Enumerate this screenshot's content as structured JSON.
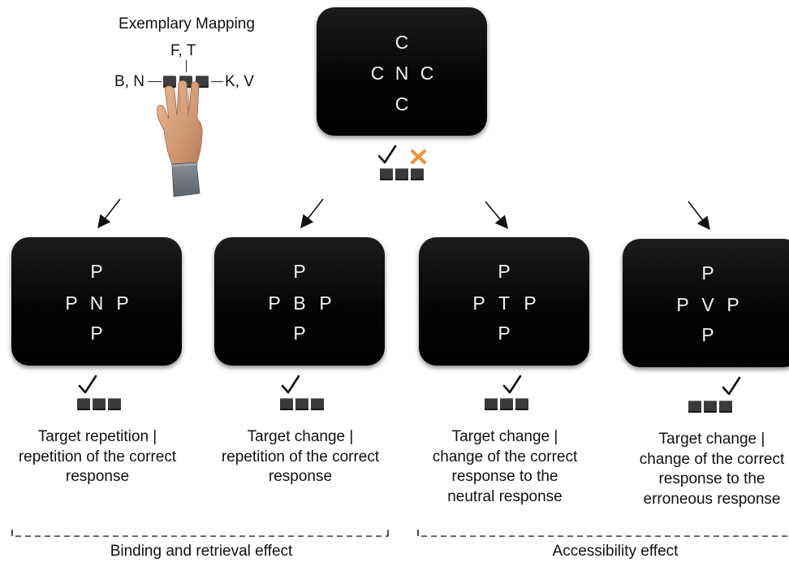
{
  "mapping": {
    "title": "Exemplary Mapping",
    "top_keys": "F, T",
    "left_keys": "B, N",
    "right_keys": "K, V"
  },
  "prime": {
    "top": "C",
    "left": "C",
    "center": "N",
    "right": "C",
    "bottom": "C"
  },
  "probes": [
    {
      "top": "P",
      "left": "P",
      "center": "N",
      "right": "P",
      "bottom": "P",
      "caption": [
        "Target repetition |",
        "repetition of the correct",
        "response"
      ]
    },
    {
      "top": "P",
      "left": "P",
      "center": "B",
      "right": "P",
      "bottom": "P",
      "caption": [
        "Target change |",
        "repetition of the correct",
        "response"
      ]
    },
    {
      "top": "P",
      "left": "P",
      "center": "T",
      "right": "P",
      "bottom": "P",
      "caption": [
        "Target change |",
        "change of the correct",
        "response to the",
        "neutral response"
      ]
    },
    {
      "top": "P",
      "left": "P",
      "center": "V",
      "right": "P",
      "bottom": "P",
      "caption": [
        "Target change |",
        "change of the correct",
        "response to the",
        "erroneous response"
      ]
    }
  ],
  "effects": {
    "left": "Binding and retrieval effect",
    "right": "Accessibility effect"
  },
  "icons": {
    "hand": "hand-on-keys-icon",
    "check": "checkmark-icon",
    "error": "cross-icon",
    "arrow": "arrow-icon",
    "key": "key-icon"
  },
  "colors": {
    "screen": "#000000",
    "key": "#3a3a3a",
    "error_mark": "#f0913a",
    "text": "#111111"
  }
}
